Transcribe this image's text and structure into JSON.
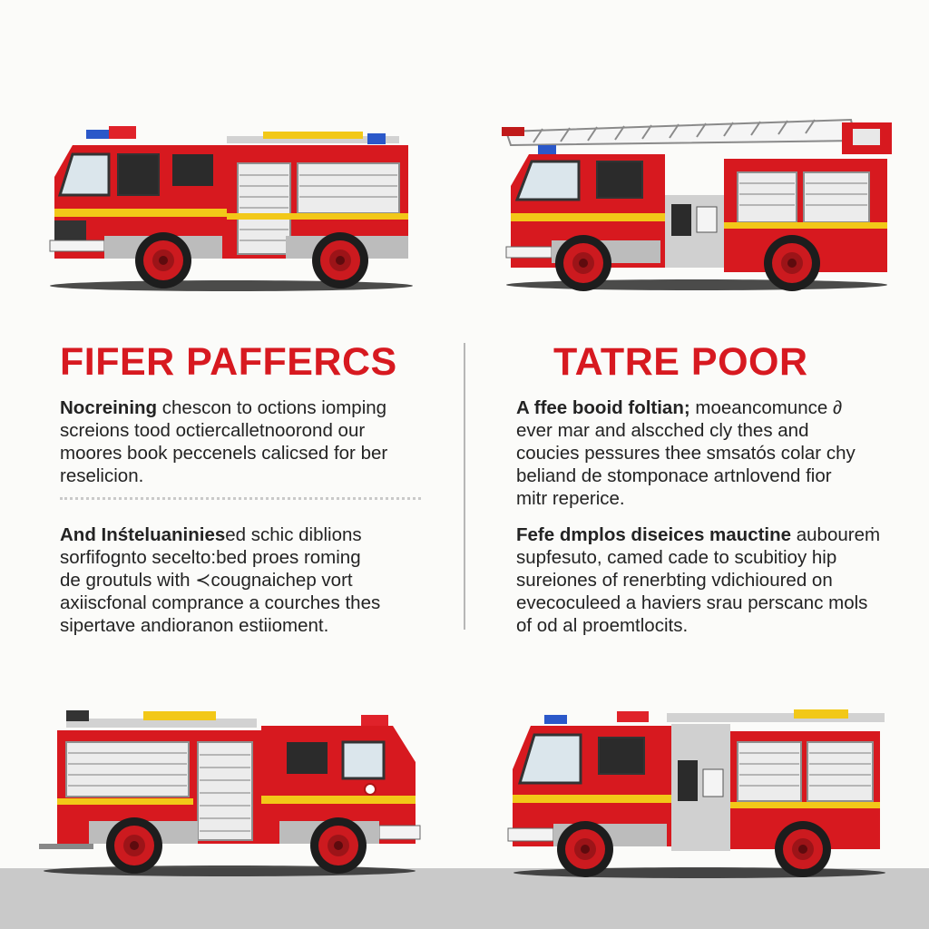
{
  "colors": {
    "background": "#fbfbf9",
    "accent_red": "#d71920",
    "truck_red": "#d7191f",
    "stripe_yellow": "#f2c818",
    "ground_gray": "#c9c9c9"
  },
  "left_column": {
    "title": "FIFER PAFFERCS",
    "paragraph_1": {
      "lead": "Nocreining",
      "line_1_rest": " chescon to octions iomping",
      "line_2": "screions tood octiercalletnoorond our",
      "line_3": "moores  book peccenels calicsed for  ber",
      "line_4": "reselicion."
    },
    "paragraph_2": {
      "lead": "And Inśteluaninies",
      "line_1_rest": "ed schic diblions",
      "line_2": "sorfifognto secelto:bed proes roming",
      "line_3": "de groutuls with  ≺cougnaichep  vort",
      "line_4": "axiiscfonal comprance a courches thes",
      "line_5": "sipertave andioranon estiioment."
    }
  },
  "right_column": {
    "title": "TATRE POOR",
    "paragraph_1": {
      "lead": "A ffee booid foltian;",
      "line_1_rest": " moeancomunce ∂",
      "line_2": "ever mar and alscched cly thes and",
      "line_3": "coucies pessures thee smsatós colar chy",
      "line_4": "beliand de stomponace artnlovend fior",
      "line_5": "mitr reperice."
    },
    "paragraph_2": {
      "lead": "Fefe dmplos diseices mauctine",
      "line_1_rest": " auboureṁ",
      "line_2": "supfesuto, camed cade to scubitioy hip",
      "line_3": "sureiones of renerbting vdichioured on",
      "line_4": "evecoculeed a haviers srau perscanc mols",
      "line_5": "of od al proemtlocits."
    }
  },
  "trucks": [
    {
      "icon": "fire-engine-icon",
      "facing": "left",
      "variant": "pumper"
    },
    {
      "icon": "ladder-truck-icon",
      "facing": "left",
      "variant": "aerial-ladder"
    },
    {
      "icon": "fire-engine-icon",
      "facing": "right",
      "variant": "pumper"
    },
    {
      "icon": "fire-engine-icon",
      "facing": "left",
      "variant": "rescue-pumper"
    }
  ]
}
